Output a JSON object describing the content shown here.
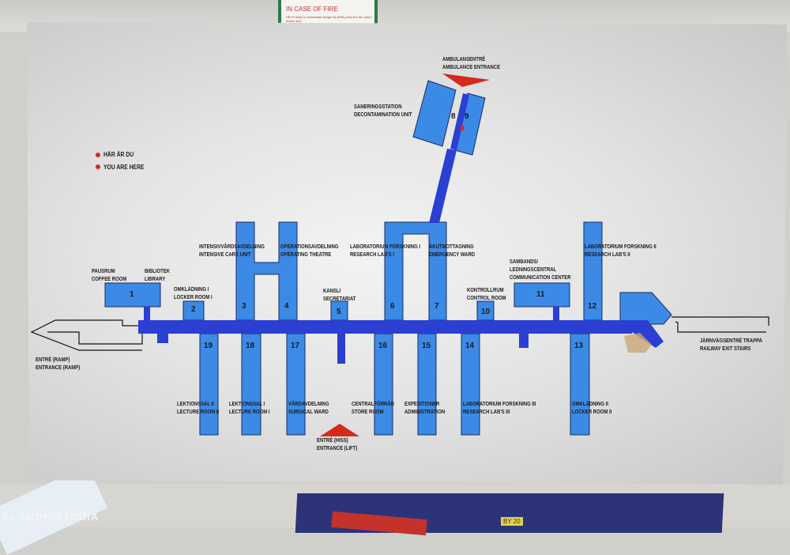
{
  "background": {
    "fire_sign": {
      "title": "IN CASE OF FIRE",
      "text": "HELP  those in immediate danger  ALARM press the fire alarm button and"
    },
    "watermark": "GLÖMDHISTORIA",
    "tag": "BY 20"
  },
  "colors": {
    "room": "#3b8ae6",
    "corridor": "#2b3fd2",
    "marker": "#d42a1c"
  },
  "legend": [
    {
      "label": "HÄR ÄR DU"
    },
    {
      "label": "YOU ARE HERE"
    }
  ],
  "rooms": [
    {
      "number": "1",
      "sv": "PAUSRUM",
      "en": "COFFEE ROOM"
    },
    {
      "number": "",
      "sv": "BIBLIOTEK",
      "en": "LIBRARY"
    },
    {
      "number": "2",
      "sv": "OMKLÄDNING I",
      "en": "LOCKER ROOM I"
    },
    {
      "number": "3",
      "sv": "INTENSIVVÅRDSAVDELNING",
      "en": "INTENSIVE CARE UNIT"
    },
    {
      "number": "4",
      "sv": "OPERATIONSAVDELNING",
      "en": "OPERATING THEATRE"
    },
    {
      "number": "5",
      "sv": "KANSLI",
      "en": "SECRETARIAT"
    },
    {
      "number": "6",
      "sv": "LABORATORIUM FORSKNING I",
      "en": "RESEARCH LAB'S I"
    },
    {
      "number": "7",
      "sv": "AKUTMOTTAGNING",
      "en": "EMERGENCY WARD"
    },
    {
      "number": "8",
      "sv": "SANERINGSSTATION",
      "en": "DECONTAMINATION UNIT"
    },
    {
      "number": "9",
      "sv": "AMBULANSENTRÉ",
      "en": "AMBULANCE ENTRANCE"
    },
    {
      "number": "10",
      "sv": "KONTROLLRUM",
      "en": "CONTROL ROOM"
    },
    {
      "number": "11",
      "sv": "SAMBANDS/ LEDNINGSCENTRAL",
      "en": "COMMUNICATION CENTER"
    },
    {
      "number": "12",
      "sv": "LABORATORIUM FORSKNING II",
      "en": "RESEARCH LAB'S II"
    },
    {
      "number": "13",
      "sv": "OMKLÄDNING II",
      "en": "LOCKER ROOM II"
    },
    {
      "number": "14",
      "sv": "LABORATORIUM FORSKNING III",
      "en": "RESEARCH LAB'S III"
    },
    {
      "number": "15",
      "sv": "EXPEDITIONER",
      "en": "ADMINISTRATION"
    },
    {
      "number": "16",
      "sv": "CENTRALFÖRRÅD",
      "en": "STORE ROOM"
    },
    {
      "number": "17",
      "sv": "VÅRDAVDELNING",
      "en": "SURGICAL WARD"
    },
    {
      "number": "18",
      "sv": "LEKTIONSSAL I",
      "en": "LECTURE ROOM I"
    },
    {
      "number": "19",
      "sv": "LEKTIONSSAL II",
      "en": "LECTURE ROOM II"
    }
  ],
  "entrances": {
    "ramp": {
      "sv": "ENTRÉ (RAMP)",
      "en": "ENTRANCE (RAMP)"
    },
    "lift": {
      "sv": "ENTRÉ (HISS)",
      "en": "ENTRANCE (LIFT)"
    },
    "railway": {
      "sv": "JÄRNVÄGSENTRÉ  TRAPPA",
      "en": "RAILWAY EXIT  STAIRS"
    }
  }
}
